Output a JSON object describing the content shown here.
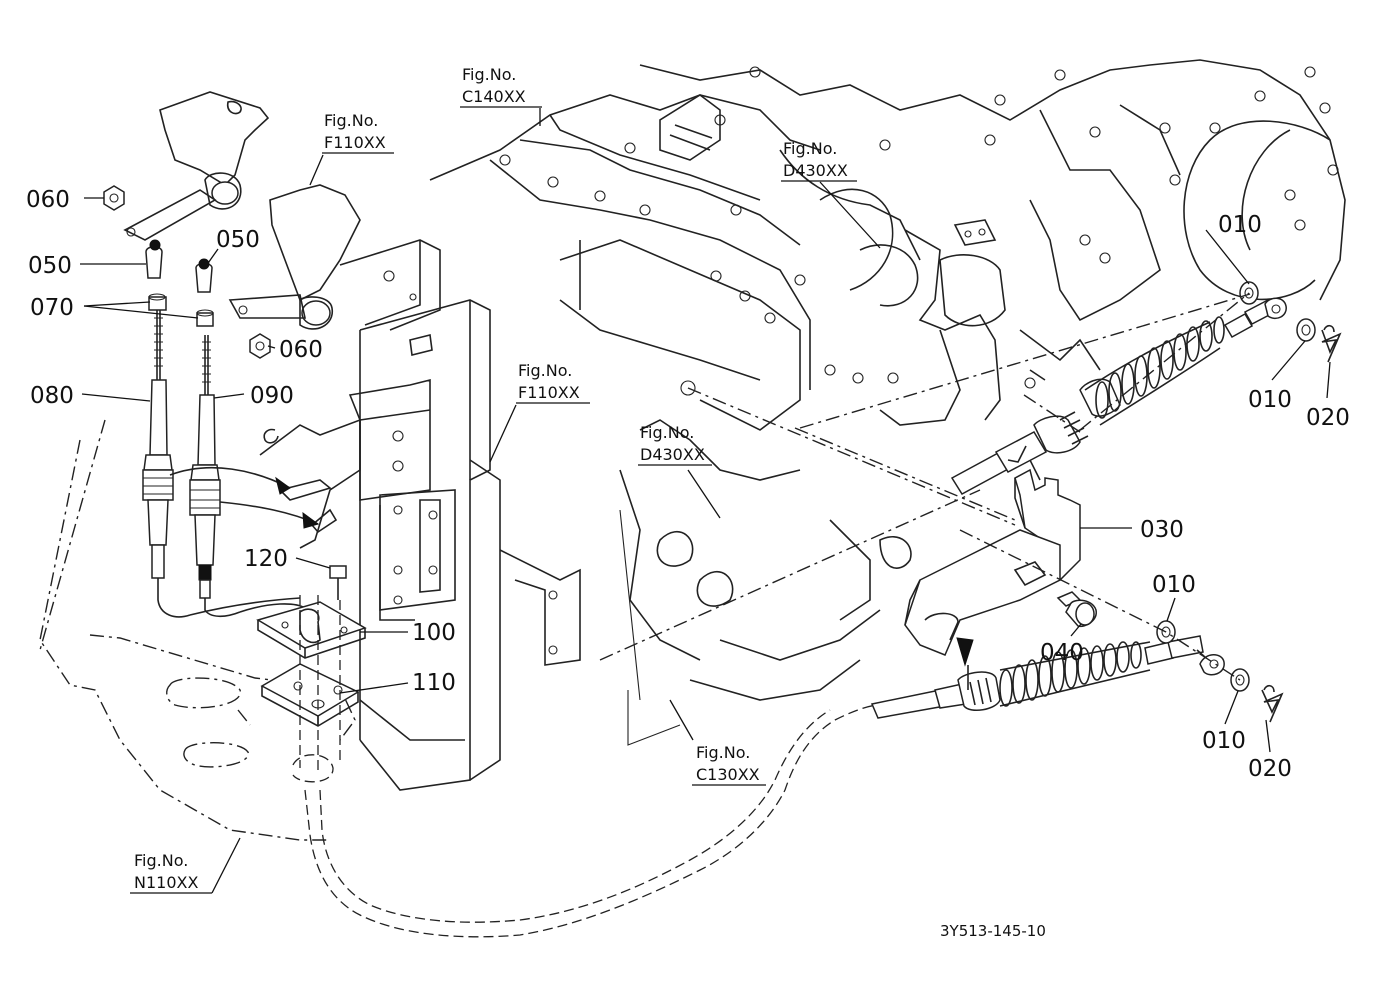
{
  "drawing_code": "3Y513-145-10",
  "fig_refs": {
    "c140": [
      "Fig.No.",
      "C140XX"
    ],
    "f110_top": [
      "Fig.No.",
      "F110XX"
    ],
    "d430_top": [
      "Fig.No.",
      "D430XX"
    ],
    "f110_mid": [
      "Fig.No.",
      "F110XX"
    ],
    "d430_mid": [
      "Fig.No.",
      "D430XX"
    ],
    "c130": [
      "Fig.No.",
      "C130XX"
    ],
    "n110": [
      "Fig.No.",
      "N110XX"
    ]
  },
  "parts": {
    "p060_top": "060",
    "p050_left": "050",
    "p050_right": "050",
    "p070": "070",
    "p060_low": "060",
    "p080": "080",
    "p090": "090",
    "p120": "120",
    "p100": "100",
    "p110": "110",
    "p010_a": "010",
    "p010_b": "010",
    "p020_a": "020",
    "p030": "030",
    "p010_c": "010",
    "p040": "040",
    "p010_d": "010",
    "p020_b": "020"
  }
}
